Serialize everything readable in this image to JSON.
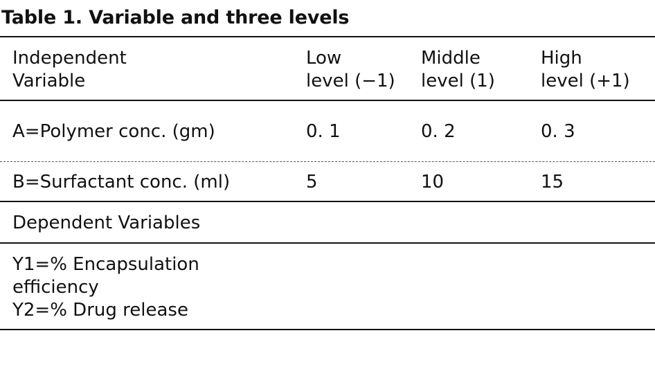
{
  "caption": "Table 1. Variable and three levels",
  "header": {
    "variable": [
      "Independent",
      "Variable"
    ],
    "low": [
      "Low",
      "level (−1)"
    ],
    "middle": [
      "Middle",
      "level (1)"
    ],
    "high": [
      "High",
      "level (+1)"
    ]
  },
  "rows": [
    {
      "variable": "A=Polymer conc. (gm)",
      "low": "0. 1",
      "middle": "0. 2",
      "high": "0. 3"
    },
    {
      "variable": "B=Surfactant conc. (ml)",
      "low": "5",
      "middle": "10",
      "high": "15"
    }
  ],
  "dependent": {
    "heading": "Dependent Variables",
    "items": [
      "Y1=% Encapsulation",
      "efficiency",
      "Y2=% Drug release"
    ]
  }
}
